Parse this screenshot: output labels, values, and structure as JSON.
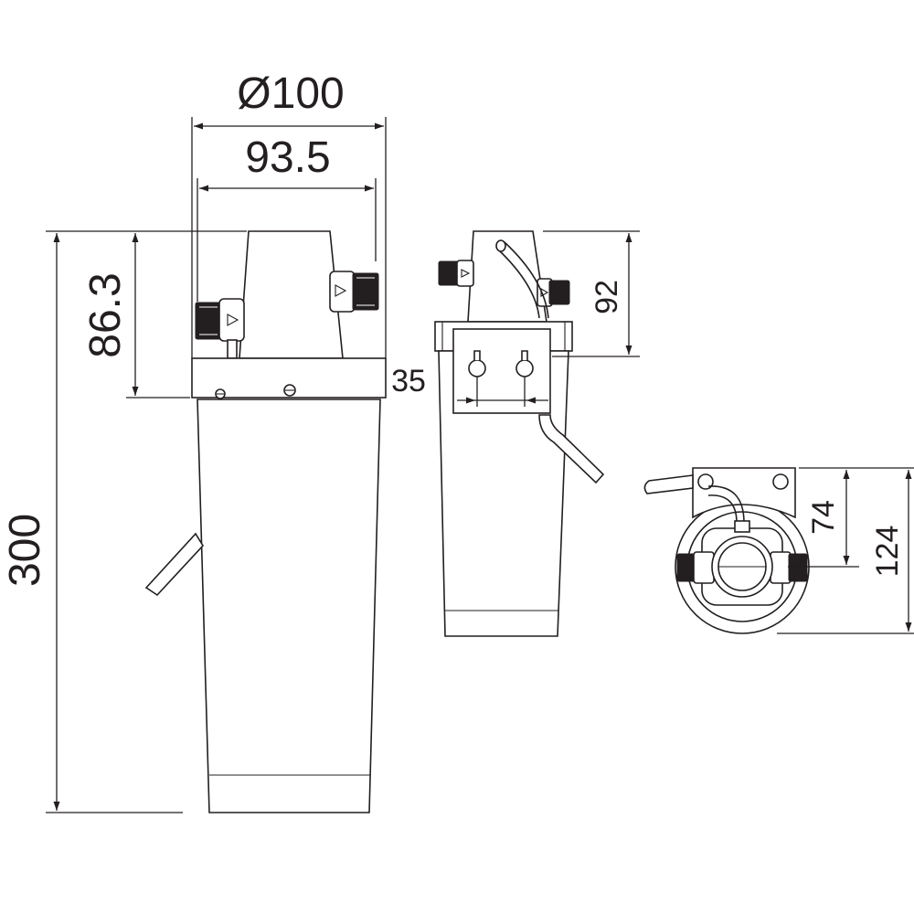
{
  "drawing": {
    "dimensions": {
      "outer_diameter": "Ø100",
      "inner_width": "93.5",
      "head_height": "86.3",
      "total_height": "300",
      "bracket_hole_spacing": "35",
      "side_head_height": "92",
      "top_depth_inner": "74",
      "top_depth_outer": "124"
    },
    "colors": {
      "line": "#231f20",
      "fill": "#ffffff"
    }
  }
}
